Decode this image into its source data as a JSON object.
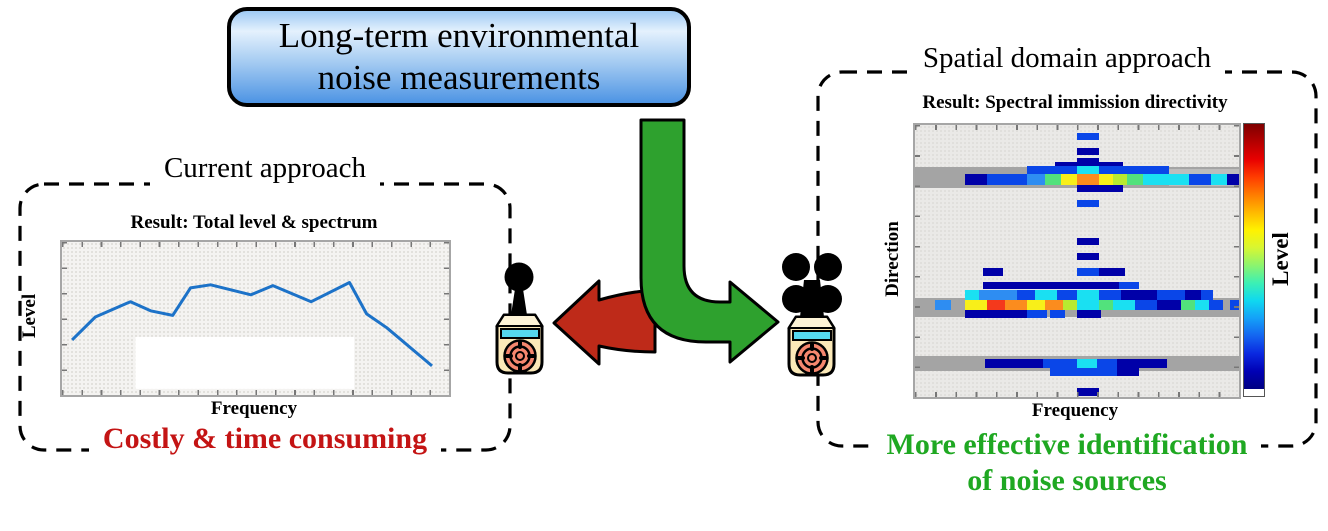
{
  "title_box": {
    "line1": "Long-term environmental",
    "line2": "noise measurements"
  },
  "left_panel": {
    "title": "Current approach",
    "result_title": "Result: Total level & spectrum",
    "caption": "Costly & time consuming",
    "caption_color": "#c41414"
  },
  "right_panel": {
    "title": "Spatial domain approach",
    "result_title": "Result: Spectral immission directivity",
    "caption_line1": "More effective identification",
    "caption_line2": "of noise sources",
    "caption_color": "#1fa822"
  },
  "arrows": {
    "green": "#2ea12e",
    "red": "#be2a19",
    "outline": "#000000"
  },
  "devices": {
    "left_type": "sound-level-meter-single-mic",
    "right_type": "sound-level-meter-mic-array",
    "body_color": "#fbe9b8",
    "body_top_color": "#fdf3d6",
    "screen_color": "#55d8ee",
    "speaker_color": "#f5876e",
    "mic_color": "#000000"
  },
  "chart_data": [
    {
      "type": "line",
      "title": "Result: Total level & spectrum",
      "xlabel": "Frequency",
      "ylabel": "Level",
      "x_tick_labels": [],
      "y_tick_labels": [],
      "grid": "dotted-background",
      "line_color": "#1c72c8",
      "points": [
        [
          0.026,
          0.36
        ],
        [
          0.086,
          0.51
        ],
        [
          0.177,
          0.61
        ],
        [
          0.229,
          0.55
        ],
        [
          0.286,
          0.52
        ],
        [
          0.332,
          0.7
        ],
        [
          0.384,
          0.72
        ],
        [
          0.488,
          0.655
        ],
        [
          0.545,
          0.715
        ],
        [
          0.644,
          0.61
        ],
        [
          0.743,
          0.735
        ],
        [
          0.787,
          0.53
        ],
        [
          0.839,
          0.44
        ],
        [
          0.956,
          0.19
        ]
      ],
      "white_patch": {
        "x": 0.19,
        "y": 0.62,
        "w": 0.565,
        "h": 0.34
      }
    },
    {
      "type": "heatmap",
      "title": "Result: Spectral immission directivity",
      "xlabel": "Frequency",
      "ylabel": "Direction",
      "colorbar_label": "Level",
      "plot_size": [
        324,
        272
      ],
      "palette": {
        "db": "#0000a8",
        "b": "#0a46e8",
        "lb": "#2e8df2",
        "cy": "#1ae0f2",
        "gn": "#52e27c",
        "yg": "#b8ea30",
        "y": "#f8ef19",
        "o": "#fb8c1e",
        "ro": "#f4391c"
      },
      "bands": [
        [
          0,
          42,
          324,
          21,
          "#a4a4a4"
        ],
        [
          254,
          44,
          70,
          17,
          "#bcbcbc"
        ],
        [
          0,
          173,
          324,
          19,
          "#a4a4a4"
        ],
        [
          0,
          231,
          324,
          15,
          "#a4a4a4"
        ]
      ],
      "cells": [
        [
          162,
          8,
          22,
          7,
          "b"
        ],
        [
          162,
          23,
          22,
          7,
          "db"
        ],
        [
          162,
          33,
          22,
          8,
          "db"
        ],
        [
          140,
          37,
          22,
          7,
          "db"
        ],
        [
          184,
          37,
          24,
          7,
          "db"
        ],
        [
          112,
          41,
          25,
          8,
          "b"
        ],
        [
          137,
          41,
          25,
          8,
          "b"
        ],
        [
          162,
          41,
          22,
          8,
          "cy"
        ],
        [
          184,
          41,
          28,
          8,
          "b"
        ],
        [
          212,
          41,
          42,
          8,
          "b"
        ],
        [
          50,
          49,
          22,
          11,
          "db"
        ],
        [
          72,
          49,
          20,
          11,
          "b"
        ],
        [
          92,
          49,
          20,
          11,
          "b"
        ],
        [
          112,
          49,
          18,
          11,
          "lb"
        ],
        [
          130,
          49,
          16,
          11,
          "gn"
        ],
        [
          146,
          49,
          16,
          11,
          "y"
        ],
        [
          162,
          49,
          22,
          11,
          "o"
        ],
        [
          184,
          49,
          14,
          11,
          "y"
        ],
        [
          198,
          49,
          14,
          11,
          "yg"
        ],
        [
          212,
          49,
          16,
          11,
          "gn"
        ],
        [
          228,
          49,
          22,
          11,
          "cy"
        ],
        [
          250,
          49,
          24,
          11,
          "cy"
        ],
        [
          274,
          49,
          22,
          11,
          "b"
        ],
        [
          296,
          49,
          16,
          11,
          "cy"
        ],
        [
          312,
          49,
          12,
          11,
          "db"
        ],
        [
          162,
          60,
          22,
          7,
          "db"
        ],
        [
          184,
          60,
          24,
          7,
          "db"
        ],
        [
          162,
          75,
          22,
          7,
          "b"
        ],
        [
          162,
          113,
          22,
          7,
          "db"
        ],
        [
          162,
          128,
          22,
          7,
          "db"
        ],
        [
          68,
          143,
          20,
          8,
          "db"
        ],
        [
          162,
          143,
          22,
          8,
          "b"
        ],
        [
          184,
          143,
          26,
          8,
          "db"
        ],
        [
          68,
          157,
          136,
          7,
          "db"
        ],
        [
          204,
          157,
          20,
          7,
          "b"
        ],
        [
          50,
          165,
          14,
          10,
          "cy"
        ],
        [
          64,
          165,
          18,
          10,
          "lb"
        ],
        [
          82,
          165,
          20,
          10,
          "lb"
        ],
        [
          102,
          165,
          18,
          10,
          "b"
        ],
        [
          120,
          165,
          22,
          10,
          "cy"
        ],
        [
          142,
          165,
          20,
          10,
          "b"
        ],
        [
          162,
          165,
          22,
          10,
          "cy"
        ],
        [
          184,
          165,
          22,
          10,
          "b"
        ],
        [
          206,
          165,
          36,
          10,
          "db"
        ],
        [
          242,
          165,
          28,
          10,
          "b"
        ],
        [
          270,
          165,
          16,
          10,
          "db"
        ],
        [
          286,
          165,
          12,
          10,
          "b"
        ],
        [
          20,
          175,
          16,
          10,
          "lb"
        ],
        [
          50,
          175,
          22,
          10,
          "y"
        ],
        [
          72,
          175,
          18,
          10,
          "ro"
        ],
        [
          90,
          175,
          22,
          10,
          "o"
        ],
        [
          112,
          175,
          18,
          10,
          "y"
        ],
        [
          130,
          175,
          18,
          10,
          "o"
        ],
        [
          148,
          175,
          14,
          10,
          "yg"
        ],
        [
          162,
          175,
          22,
          10,
          "cy"
        ],
        [
          184,
          175,
          14,
          10,
          "gn"
        ],
        [
          198,
          175,
          22,
          10,
          "cy"
        ],
        [
          220,
          175,
          22,
          10,
          "b"
        ],
        [
          242,
          175,
          24,
          10,
          "db"
        ],
        [
          266,
          175,
          14,
          10,
          "gn"
        ],
        [
          280,
          175,
          14,
          10,
          "cy"
        ],
        [
          294,
          175,
          14,
          10,
          "b"
        ],
        [
          315,
          175,
          9,
          10,
          "b"
        ],
        [
          50,
          185,
          22,
          8,
          "db"
        ],
        [
          72,
          185,
          40,
          8,
          "db"
        ],
        [
          112,
          185,
          20,
          8,
          "b"
        ],
        [
          135,
          185,
          15,
          8,
          "b"
        ],
        [
          162,
          185,
          24,
          8,
          "db"
        ],
        [
          70,
          234,
          58,
          9,
          "db"
        ],
        [
          128,
          234,
          18,
          9,
          "b"
        ],
        [
          146,
          234,
          16,
          9,
          "b"
        ],
        [
          162,
          234,
          20,
          9,
          "cy"
        ],
        [
          182,
          234,
          20,
          9,
          "b"
        ],
        [
          202,
          234,
          26,
          9,
          "db"
        ],
        [
          228,
          234,
          24,
          9,
          "db"
        ],
        [
          135,
          243,
          27,
          8,
          "b"
        ],
        [
          162,
          243,
          20,
          8,
          "b"
        ],
        [
          182,
          243,
          20,
          8,
          "b"
        ],
        [
          202,
          243,
          22,
          8,
          "db"
        ],
        [
          162,
          263,
          22,
          8,
          "db"
        ]
      ],
      "colorbar_stops": [
        "#7f0000",
        "#b40000",
        "#e80000",
        "#ff3c00",
        "#ff7c00",
        "#ffb900",
        "#fff200",
        "#d8f632",
        "#8cf46e",
        "#3cf0b4",
        "#0fd8f0",
        "#14a0f8",
        "#1464f0",
        "#0a28e0",
        "#0000b4",
        "#000082"
      ],
      "colorbar_below_min": "#ffffff"
    }
  ]
}
